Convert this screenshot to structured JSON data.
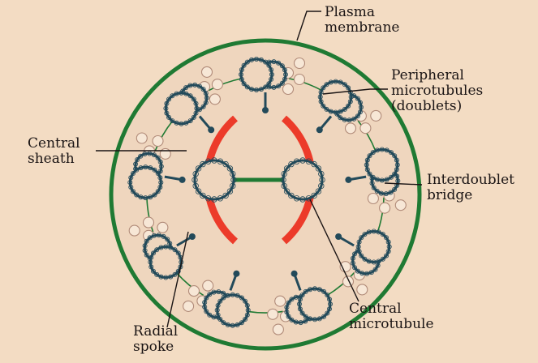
{
  "diagram": {
    "labels": {
      "plasma_membrane": "Plasma\nmembrane",
      "peripheral_microtubules": "Peripheral\nmicrotubules\n(doublets)",
      "central_sheath": "Central\nsheath",
      "interdoublet_bridge": "Interdoublet\nbridge",
      "central_microtubule": "Central\nmicrotubule",
      "radial_spoke": "Radial\nspoke"
    },
    "counts": {
      "peripheral_doublets": 9,
      "central_microtubules": 2
    },
    "colors": {
      "background": "#f3dcc3",
      "cell_fill": "#efd6be",
      "plasma_membrane": "#1f7a33",
      "central_sheath": "#ec3b2a",
      "microtubule": "#234a5a",
      "dynein_arm": "#b08a78",
      "leader_line": "#1a1414"
    }
  }
}
